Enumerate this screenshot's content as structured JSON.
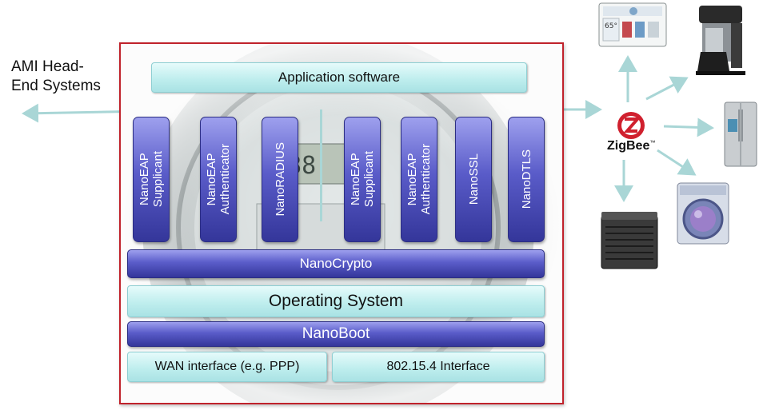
{
  "left_label": {
    "line1": "AMI Head-",
    "line2": "End Systems"
  },
  "application_software": "Application software",
  "stack_vertical": [
    {
      "line1": "NanoEAP",
      "line2": "Supplicant"
    },
    {
      "line1": "NanoEAP",
      "line2": "Authenticator"
    },
    {
      "line1": "NanoRADIUS",
      "line2": ""
    },
    {
      "line1": "NanoEAP",
      "line2": "Supplicant"
    },
    {
      "line1": "NanoEAP",
      "line2": "Authenticator"
    },
    {
      "line1": "NanoSSL",
      "line2": ""
    },
    {
      "line1": "NanoDTLS",
      "line2": ""
    }
  ],
  "nanocrypto": "NanoCrypto",
  "operating_system": "Operating System",
  "nanoboot": "NanoBoot",
  "wan_interface": "WAN interface (e.g. PPP)",
  "iface_802": "802.15.4 Interface",
  "zigbee": {
    "name": "ZigBee",
    "tm": "™"
  },
  "meter_display": "888",
  "thermostat_temp": "65°",
  "colors": {
    "frame": "#c0222b",
    "teal": "#bfeeee",
    "navy": "#4a4cb8",
    "arrow": "#a9d6d6",
    "zigbee_red": "#d0202e"
  }
}
